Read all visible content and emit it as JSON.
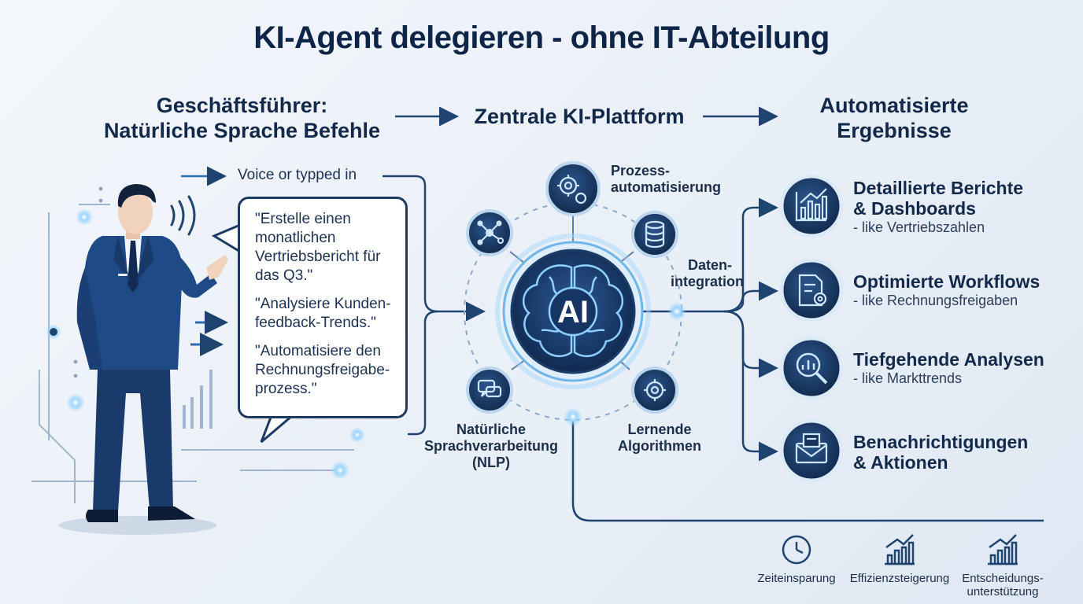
{
  "title": "KI-Agent delegieren - ohne IT-Abteilung",
  "columns": {
    "left": [
      "Geschäftsführer:",
      "Natürliche Sprache Befehle"
    ],
    "center": "Zentrale KI-Plattform",
    "right": [
      "Automatisierte",
      "Ergebnisse"
    ]
  },
  "input": {
    "label": "Voice or typped  in",
    "commands": [
      "\"Erstelle einen monatlichen Vertriebsbericht für das Q3.\"",
      "\"Analysiere Kunden-feedback-Trends.\"",
      "\"Automatisiere den Rechnungsfreigabe-prozess.\""
    ]
  },
  "platform": {
    "core_label": "AI",
    "nodes": [
      {
        "id": "prozess",
        "icon": "gear-cog-icon",
        "label": [
          "Prozess-",
          "automatisierung"
        ]
      },
      {
        "id": "daten",
        "icon": "database-icon",
        "label": [
          "Daten-",
          "integration"
        ]
      },
      {
        "id": "lernende",
        "icon": "gear-icon",
        "label": [
          "Lernende",
          "Algorithmen"
        ]
      },
      {
        "id": "nlp",
        "icon": "chat-bubbles-icon",
        "label": [
          "Natürliche",
          "Sprachverarbeitung",
          "(NLP)"
        ]
      },
      {
        "id": "network",
        "icon": "network-icon",
        "label": []
      }
    ]
  },
  "results": [
    {
      "title": [
        "Detaillierte Berichte",
        "& Dashboards"
      ],
      "subtitle": "- like Vertriebszahlen",
      "icon": "bar-chart-icon"
    },
    {
      "title": [
        "Optimierte Workflows"
      ],
      "subtitle": "- like Rechnungsfreigaben",
      "icon": "document-gear-icon"
    },
    {
      "title": [
        "Tiefgehende Analysen"
      ],
      "subtitle": "- like Markttrends",
      "icon": "magnifier-chart-icon"
    },
    {
      "title": [
        "Benachrichtigungen",
        "& Aktionen"
      ],
      "subtitle": "",
      "icon": "envelope-icon"
    }
  ],
  "benefits": [
    {
      "label": [
        "Zeiteinsparung"
      ],
      "icon": "clock-icon"
    },
    {
      "label": [
        "Effizienzsteigerung"
      ],
      "icon": "growth-chart-icon"
    },
    {
      "label": [
        "Entscheidungs-",
        "unterstützung"
      ],
      "icon": "growth-chart-icon"
    }
  ],
  "colors": {
    "navy": "#13294a",
    "node_dark": "#16335e",
    "accent_blue": "#2b6cb0",
    "glow": "#7fc4f5",
    "line": "#1f4470"
  }
}
